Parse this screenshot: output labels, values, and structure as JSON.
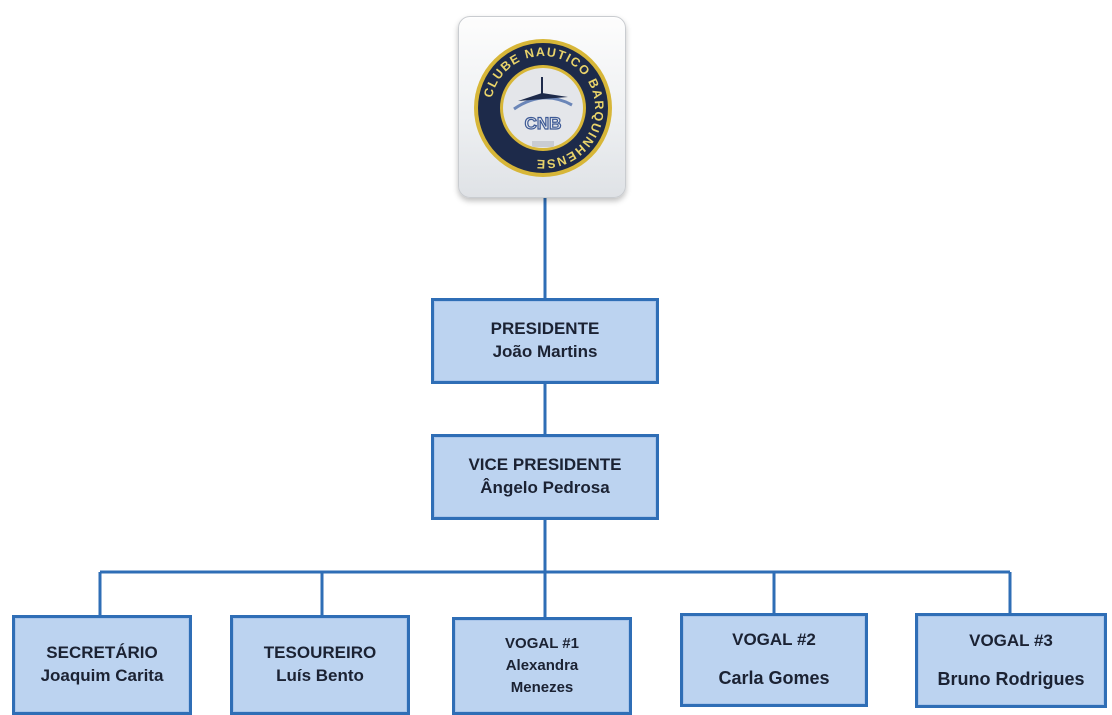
{
  "logo": {
    "ring_text": "CLUBE NAUTICO BARQUINHENSE",
    "monogram": "CNB",
    "colors": {
      "ring": "#1d2a4a",
      "gold": "#d7b638",
      "center": "#e4e6ea"
    }
  },
  "org": {
    "president": {
      "title": "PRESIDENTE",
      "name": "João Martins"
    },
    "vice_president": {
      "title": "VICE PRESIDENTE",
      "name": "Ângelo Pedrosa"
    },
    "members": [
      {
        "title": "SECRETÁRIO",
        "name": "Joaquim Carita"
      },
      {
        "title": "TESOUREIRO",
        "name": "Luís Bento"
      },
      {
        "title": "VOGAL #1",
        "name_line1": "Alexandra",
        "name_line2": "Menezes"
      },
      {
        "title": "VOGAL #2",
        "name": "Carla Gomes"
      },
      {
        "title": "VOGAL #3",
        "name": "Bruno Rodrigues"
      }
    ]
  },
  "colors": {
    "box_fill": "#bcd3f0",
    "box_border": "#2f6eb6",
    "connector": "#2f6eb6",
    "text": "#1b2233"
  }
}
